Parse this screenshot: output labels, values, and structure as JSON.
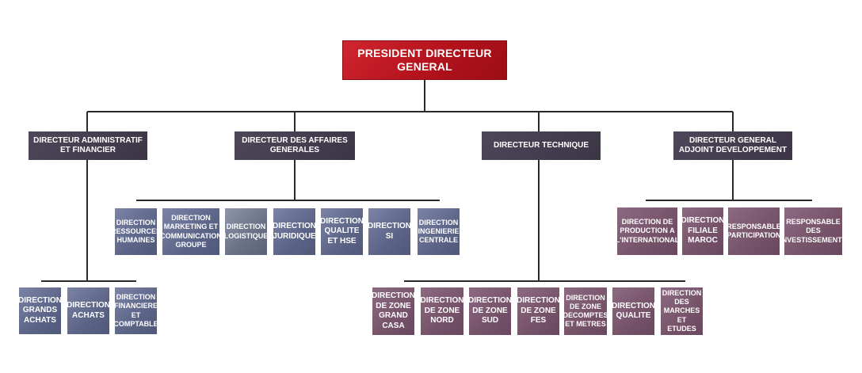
{
  "root": "PRESIDENT DIRECTEUR GENERAL",
  "level1": {
    "daf": "DIRECTEUR ADMINISTRATIF ET FINANCIER",
    "dag": "DIRECTEUR DES AFFAIRES GENERALES",
    "dt": "DIRECTEUR TECHNIQUE",
    "dgad": "DIRECTEUR GENERAL ADJOINT DEVELOPPEMENT"
  },
  "daf_units": [
    "DIRECTION GRANDS ACHATS",
    "DIRECTION ACHATS",
    "DIRECTION FINANCIERE ET COMPTABLE"
  ],
  "dag_units": [
    "DIRECTION RESSOURCES HUMAINES",
    "DIRECTION MARKETING ET COMMUNICATION GROUPE",
    "DIRECTION LOGISTIQUE",
    "DIRECTION JURIDIQUE",
    "DIRECTION QUALITE ET HSE",
    "DIRECTION SI",
    "DIRECTION INGENIERIE CENTRALE"
  ],
  "dt_units": [
    "DIRECTION DE ZONE GRAND CASA",
    "DIRECTION DE ZONE NORD",
    "DIRECTION DE ZONE SUD",
    "DIRECTION DE ZONE FES",
    "DIRECTION DE ZONE DECOMPTES ET METRES",
    "DIRECTION QUALITE",
    "DIRECTION DES MARCHES ET ETUDES"
  ],
  "dgad_units": [
    "DIRECTION DE PRODUCTION A L'INTERNATIONAL",
    "DIRECTION FILIALE MAROC",
    "RESPONSABLE PARTICIPATION",
    "RESPONSABLE DES INVESTISSEMENTS"
  ]
}
